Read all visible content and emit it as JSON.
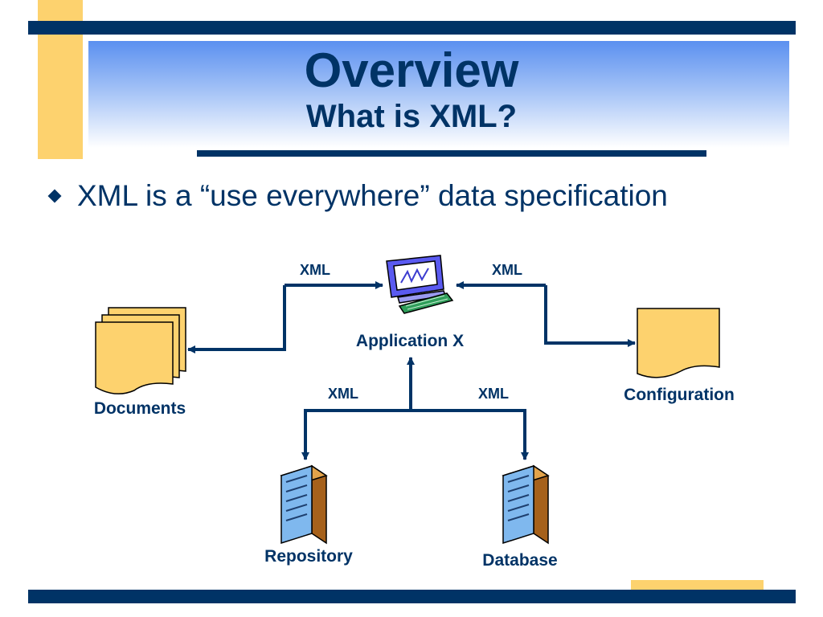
{
  "slide": {
    "title": "Overview",
    "subtitle": "What is XML?",
    "bullet": "XML is a “use everywhere” data specification"
  },
  "diagram": {
    "nodes": {
      "application": "Application X",
      "documents": "Documents",
      "configuration": "Configuration",
      "repository": "Repository",
      "database": "Database"
    },
    "edge_labels": {
      "documents_link": "XML",
      "configuration_link": "XML",
      "repository_link": "XML",
      "database_link": "XML"
    }
  },
  "colors": {
    "navy": "#003366",
    "gold": "#fdd26e",
    "title_gradient_top": "#5b90f0",
    "document_fill": "#fdd26e",
    "server_blue": "#7fb8ee"
  }
}
